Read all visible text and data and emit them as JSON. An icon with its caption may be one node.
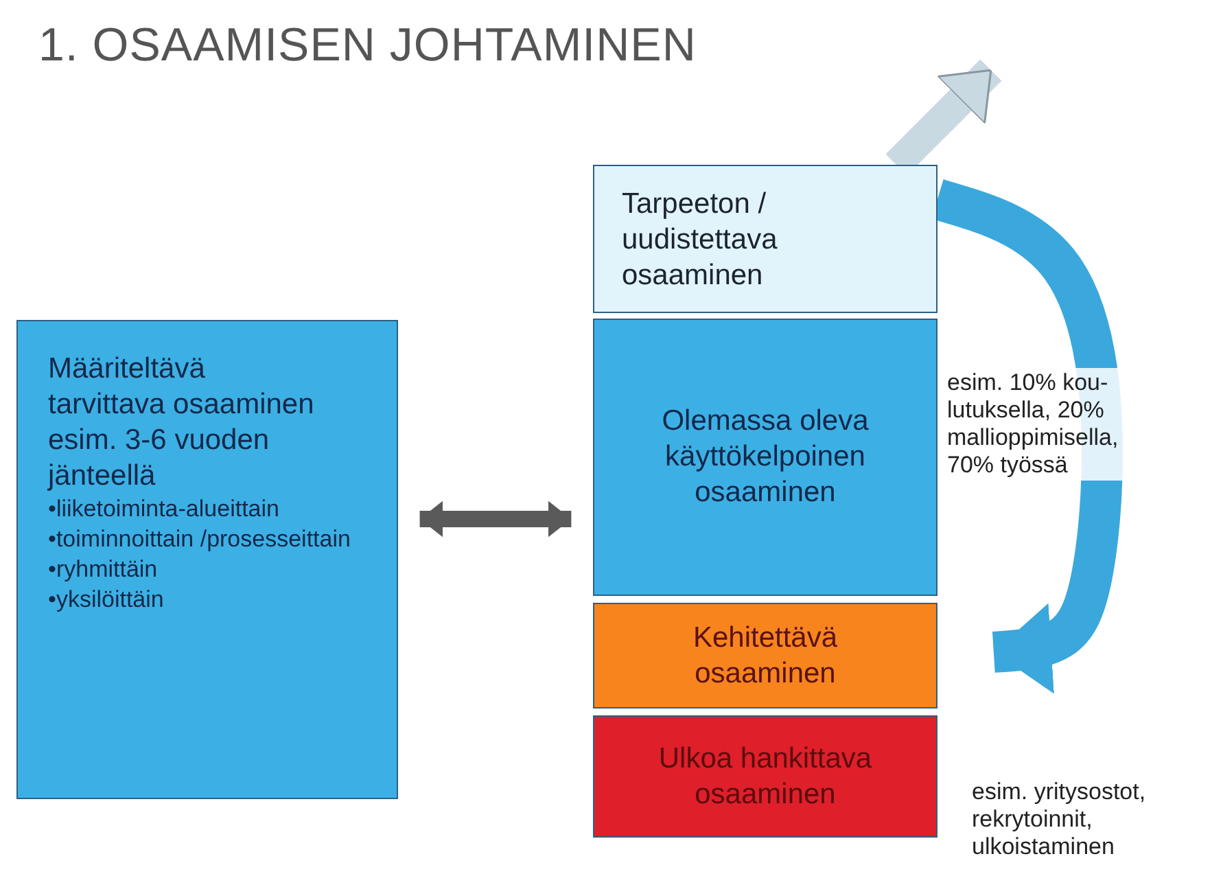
{
  "diagram": {
    "title": "1. OSAAMISEN JOHTAMINEN",
    "nodes": [
      {
        "text": [
          "Määriteltävä tarvittava osaaminen",
          "esim. 3-6 vuoden jänteellä",
          "•liiketoiminta-alueittain",
          "•toiminnoittain /prosesseittain",
          "•ryhmittäin",
          "•yksilöittäin"
        ]
      },
      {
        "text": [
          "Tarpeeton / uudistettava osaaminen"
        ]
      },
      {
        "text": [
          "Olemassa oleva käyttökelpoinen osaaminen"
        ]
      },
      {
        "text": [
          "Kehitettävä osaaminen"
        ]
      },
      {
        "text": [
          "Ulkoa hankittava osaaminen"
        ],
        "beside": [
          "esim. yritysostot, rekrytoinnit, ulkoistaminen"
        ]
      }
    ],
    "edges": [
      {
        "from": 0,
        "to": 2,
        "arrow": "both",
        "color": "#5a5a5a"
      },
      {
        "from": 1,
        "to": null,
        "arrow": "to",
        "color": "#c9d9e2"
      },
      {
        "from": 1,
        "to": 3,
        "arrow": "to",
        "color": "#3aa8dc",
        "label": "esim. 10% kou- lutuksella, 20% mallioppimisella, 70% työssä"
      }
    ]
  }
}
